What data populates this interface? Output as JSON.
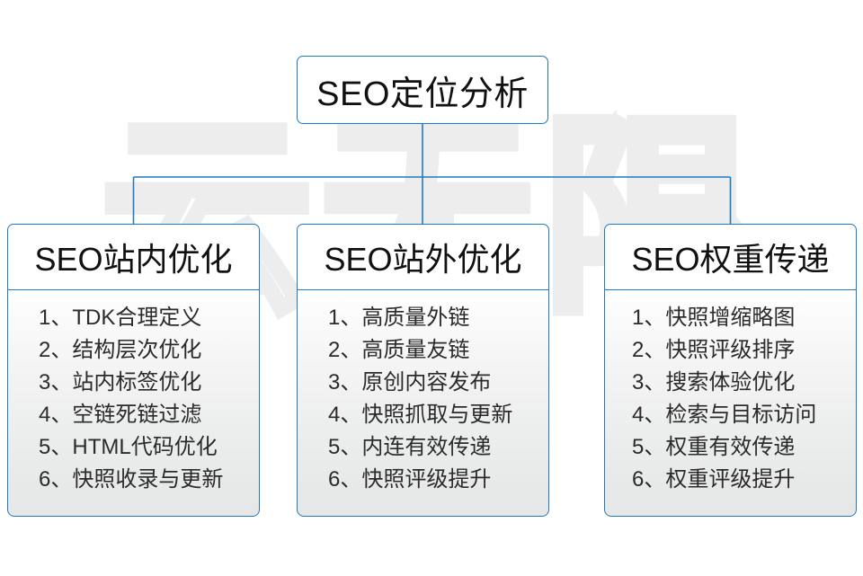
{
  "watermark": {
    "text": "云无限"
  },
  "colors": {
    "border_blue": "#2179c0",
    "connector_blue": "#2179c0",
    "text_dark": "#111111",
    "item_text": "#2b2b2b",
    "panel_top": "#ffffff",
    "panel_bottom": "#e6e7e7",
    "watermark_gray": "#ededed"
  },
  "diagram": {
    "type": "org-chart",
    "root": {
      "title": "SEO定位分析"
    },
    "columns": [
      {
        "header": "SEO站内优化",
        "items": [
          {
            "num": "1、",
            "label": "TDK合理定义"
          },
          {
            "num": "2、",
            "label": "结构层次优化"
          },
          {
            "num": "3、",
            "label": "站内标签优化"
          },
          {
            "num": "4、",
            "label": "空链死链过滤"
          },
          {
            "num": "5、",
            "label": "HTML代码优化"
          },
          {
            "num": "6、",
            "label": "快照收录与更新"
          }
        ]
      },
      {
        "header": "SEO站外优化",
        "items": [
          {
            "num": "1、",
            "label": "高质量外链"
          },
          {
            "num": "2、",
            "label": "高质量友链"
          },
          {
            "num": "3、",
            "label": "原创内容发布"
          },
          {
            "num": "4、",
            "label": "快照抓取与更新"
          },
          {
            "num": "5、",
            "label": "内连有效传递"
          },
          {
            "num": "6、",
            "label": "快照评级提升"
          }
        ]
      },
      {
        "header": "SEO权重传递",
        "items": [
          {
            "num": "1、",
            "label": "快照增缩略图"
          },
          {
            "num": "2、",
            "label": "快照评级排序"
          },
          {
            "num": "3、",
            "label": "搜索体验优化"
          },
          {
            "num": "4、",
            "label": "检索与目标访问"
          },
          {
            "num": "5、",
            "label": "权重有效传递"
          },
          {
            "num": "6、",
            "label": "权重评级提升"
          }
        ]
      }
    ]
  }
}
